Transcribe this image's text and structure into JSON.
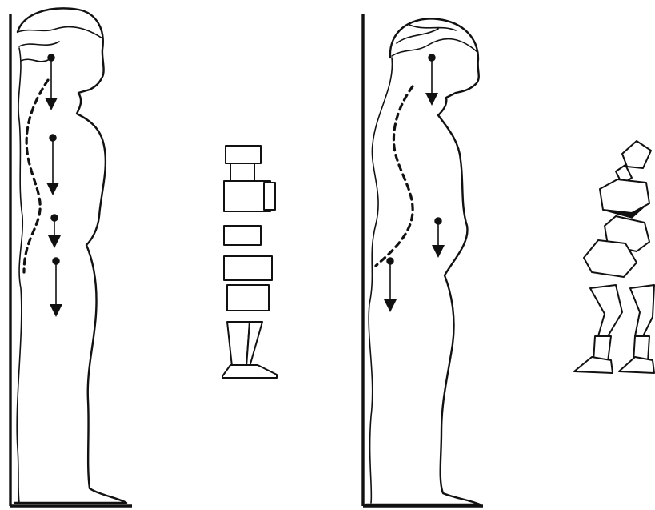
{
  "figures": [
    {
      "id": "good-posture",
      "gravity_markers": 4,
      "spine_curve": "dashed"
    },
    {
      "id": "poor-posture",
      "gravity_markers": 3,
      "spine_curve": "dashed"
    }
  ],
  "block_models": [
    {
      "id": "aligned-blocks",
      "segments": [
        "head",
        "neck",
        "thorax",
        "abdomen",
        "pelvis",
        "thigh",
        "leg",
        "foot"
      ]
    },
    {
      "id": "misaligned-blocks",
      "segments": [
        "head",
        "neck",
        "thorax",
        "abdomen",
        "pelvis",
        "legs",
        "feet"
      ]
    }
  ],
  "colors": {
    "ink": "#111111",
    "paper": "#ffffff"
  }
}
